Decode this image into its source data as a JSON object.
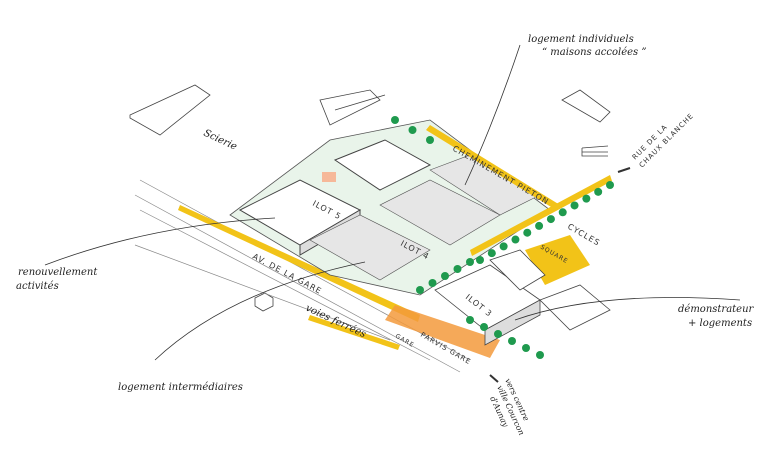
{
  "annotations": {
    "individual_housing_line1": "logement individuels",
    "individual_housing_line2": "“ maisons accolées ”",
    "street_north_line1": "RUE DE LA",
    "street_north_line2": "CHAUX BLANCHE",
    "sawmill": "Scierie",
    "renewal_line1": "renouvellement",
    "renewal_line2": "activités",
    "intermediate_housing": "logement intermédiaires",
    "demonstrator_line1": "démonstrateur",
    "demonstrator_line2": "+ logements",
    "towards_line1": "vers centre",
    "towards_line2": "ville Courcon",
    "towards_line3": "d'Aunay"
  },
  "map_labels": {
    "ilot5": "ILOT 5",
    "ilot4": "ILOT 4",
    "ilot3": "ILOT 3",
    "pedestrian_path": "CHEMINEMENT PIETON",
    "cycles": "CYCLES",
    "square": "SQUARE",
    "avenue": "AV. DE LA GARE",
    "railway": "voies ferrées",
    "station": "GARE",
    "station_forecourt": "PARVIS GARE"
  },
  "colors": {
    "yellow": "#f2c318",
    "orange": "#f39a3c",
    "green": "#1f9a4e",
    "light_green": "#9fd3a8",
    "salmon": "#f6b899"
  }
}
